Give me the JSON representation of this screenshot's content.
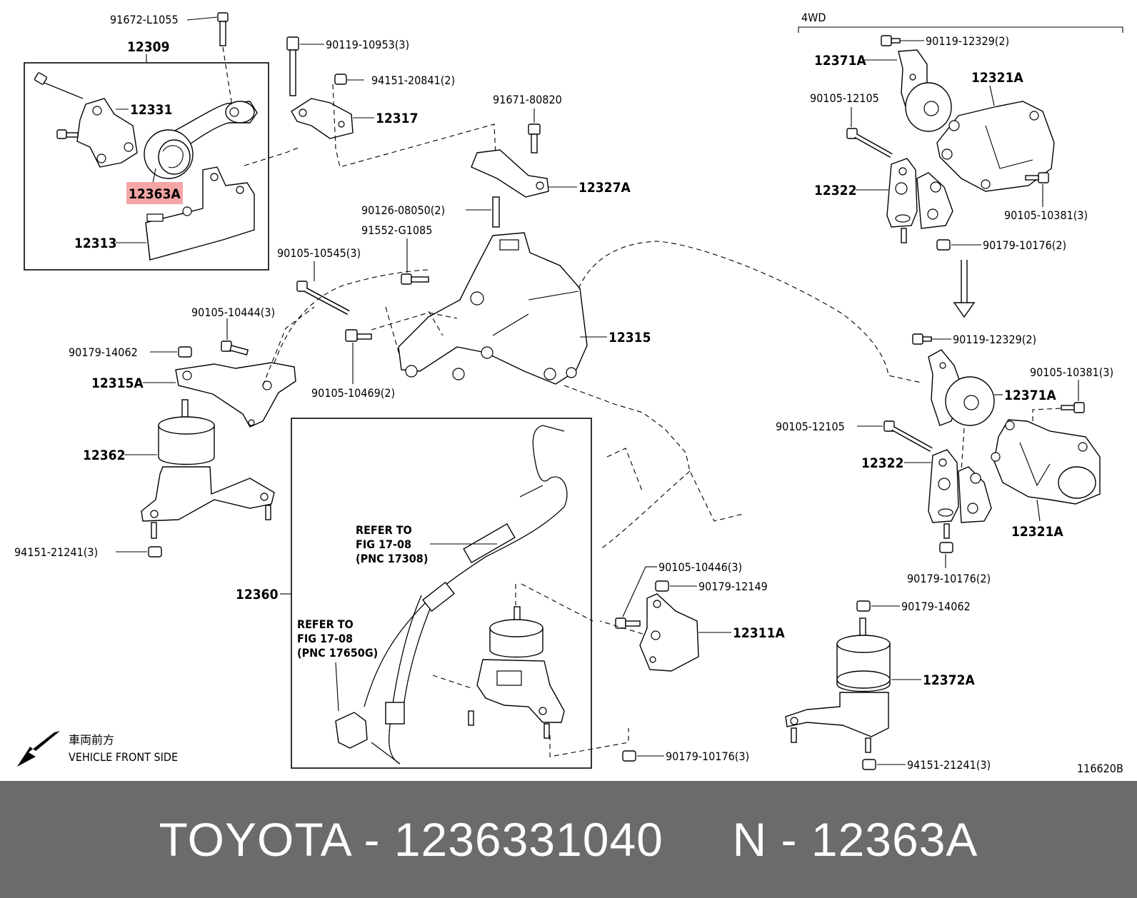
{
  "highlight_color": "#f4a6a6",
  "labels": {
    "p12309": "12309",
    "p91672": "91672-L1055",
    "p12331": "12331",
    "p12363A": "12363A",
    "p12313": "12313",
    "p90119_10953": "90119-10953(3)",
    "p94151_20841": "94151-20841(2)",
    "p12317": "12317",
    "p91671": "91671-80820",
    "p12327A": "12327A",
    "p90126": "90126-08050(2)",
    "p91552": "91552-G1085",
    "p90105_10545": "90105-10545(3)",
    "p90105_10444": "90105-10444(3)",
    "p90179_14062_left": "90179-14062",
    "p12315A": "12315A",
    "p12315": "12315",
    "p90105_10469": "90105-10469(2)",
    "p12362": "12362",
    "p94151_21241_left": "94151-21241(3)",
    "p12360": "12360",
    "p4wd": "4WD",
    "p90119_12329_top": "90119-12329(2)",
    "p12371A_top": "12371A",
    "p12321A_top": "12321A",
    "p90105_12105_top": "90105-12105",
    "p12322_top": "12322",
    "p90105_10381_top": "90105-10381(3)",
    "p90179_10176_top": "90179-10176(2)",
    "p90119_12329_mid": "90119-12329(2)",
    "p90105_10381_mid": "90105-10381(3)",
    "p12371A_mid": "12371A",
    "p90105_12105_mid": "90105-12105",
    "p12322_mid": "12322",
    "p12321A_mid": "12321A",
    "p90179_10176_mid": "90179-10176(2)",
    "p90105_10446": "90105-10446(3)",
    "p90179_12149": "90179-12149",
    "p12311A": "12311A",
    "p90179_14062_right": "90179-14062",
    "p12372A": "12372A",
    "p94151_21241_right": "94151-21241(3)",
    "p90179_10176_bottom": "90179-10176(3)",
    "ref1_line1": "REFER TO",
    "ref1_line2": "FIG 17-08",
    "ref1_line3": "(PNC 17308)",
    "ref2_line1": "REFER TO",
    "ref2_line2": "FIG 17-08",
    "ref2_line3": "(PNC 17650G)",
    "front_jp": "車両前方",
    "front_en": "VEHICLE FRONT SIDE",
    "figure_id": "116620B"
  },
  "footer": {
    "caption": "TOYOTA - 1236331040     N - 12363A"
  }
}
